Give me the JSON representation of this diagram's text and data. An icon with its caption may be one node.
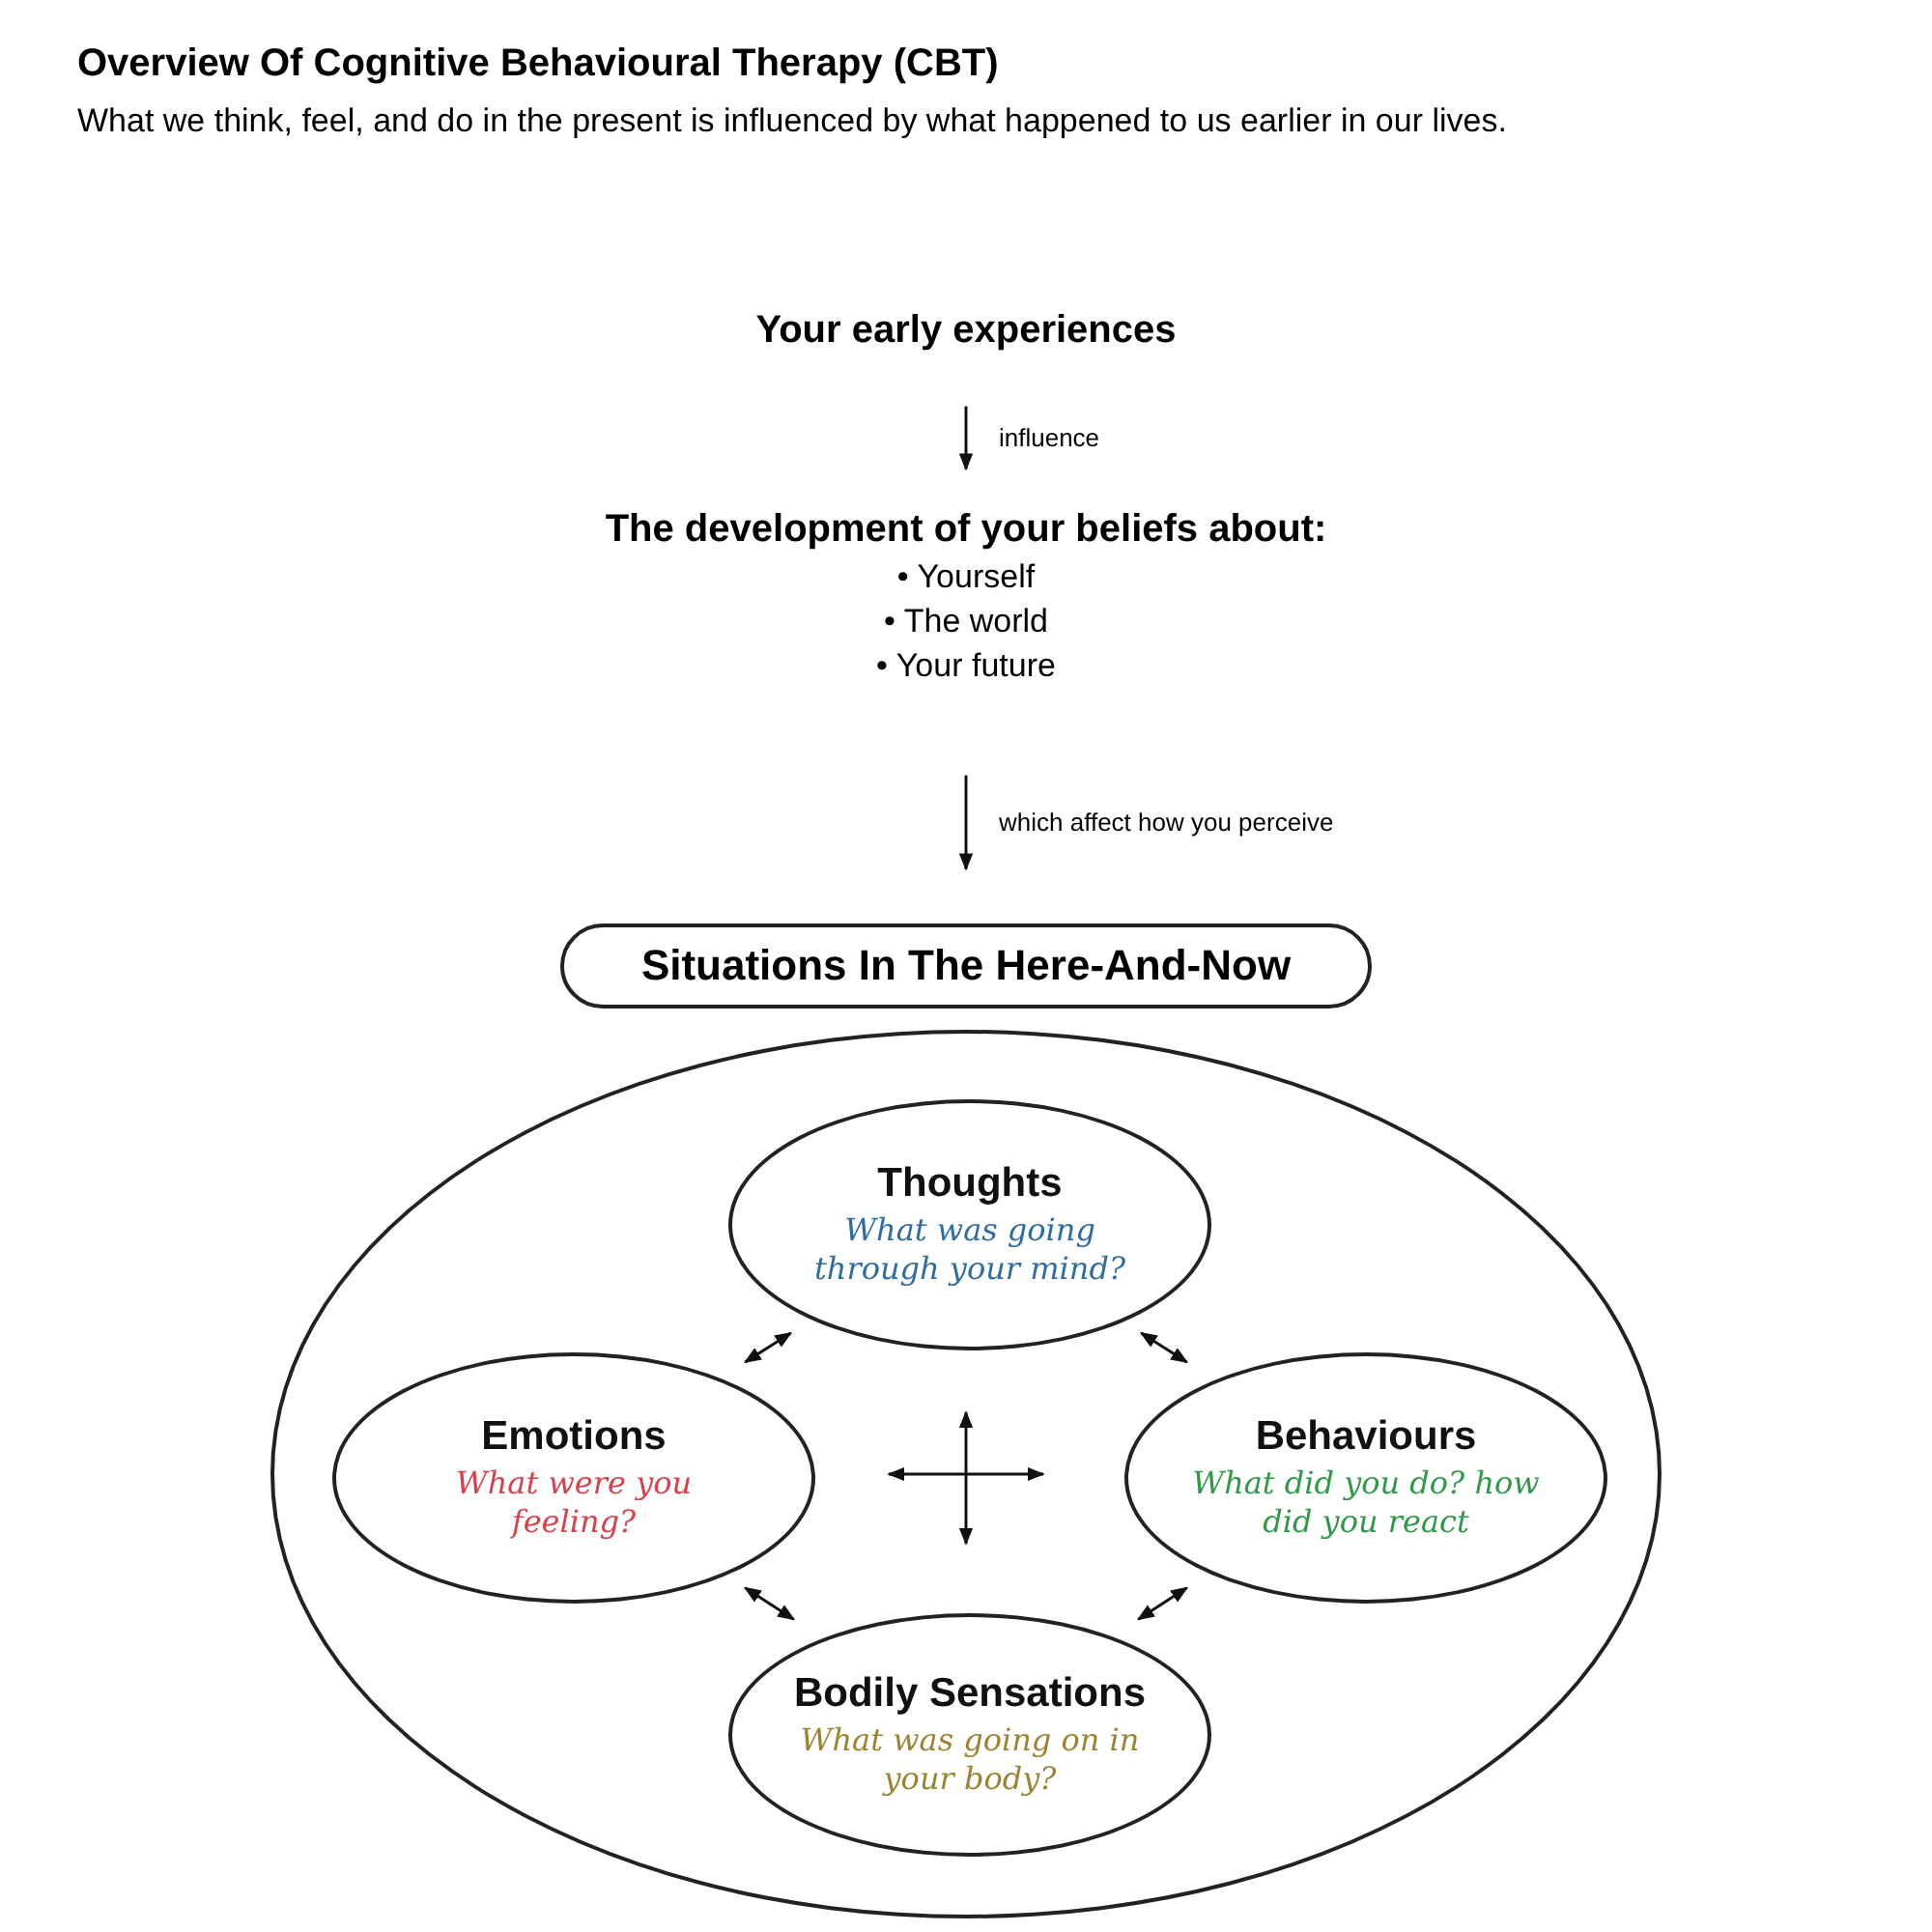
{
  "diagram": {
    "title": "Overview Of Cognitive Behavioural Therapy (CBT)",
    "nodes": [
      {
        "text": [
          "Your early experiences"
        ]
      },
      {
        "text": [
          "The development of your beliefs about:",
          "• Yourself",
          "• The world",
          "• Your future"
        ]
      },
      {
        "text": [
          "Situations In The Here-And-Now"
        ]
      },
      {
        "text": [],
        "shape": "circle"
      },
      {
        "text": [
          "Thoughts",
          "What was going through your mind?"
        ],
        "in": 3
      },
      {
        "text": [
          "Emotions",
          "What were you feeling?"
        ],
        "in": 3
      },
      {
        "text": [
          "Behaviours",
          "What did you do? how did you react"
        ],
        "in": 3
      },
      {
        "text": [
          "Bodily Sensations",
          "What was going on in your body?"
        ],
        "in": 3
      }
    ],
    "edges": [
      {
        "from": 0,
        "to": 1,
        "arrow": "to",
        "label": "influence"
      },
      {
        "from": 1,
        "to": 2,
        "arrow": "to",
        "label": "which affect how you perceive"
      },
      {
        "from": 4,
        "to": 5,
        "arrow": "both"
      },
      {
        "from": 4,
        "to": 6,
        "arrow": "both"
      },
      {
        "from": 5,
        "to": 6,
        "arrow": "both"
      },
      {
        "from": 4,
        "to": 7,
        "arrow": "both"
      },
      {
        "from": 5,
        "to": 7,
        "arrow": "both"
      },
      {
        "from": 6,
        "to": 7,
        "arrow": "both"
      }
    ],
    "labels": [
      "What we think, feel, and do in the present is influenced by what happened to us earlier in our lives."
    ]
  }
}
